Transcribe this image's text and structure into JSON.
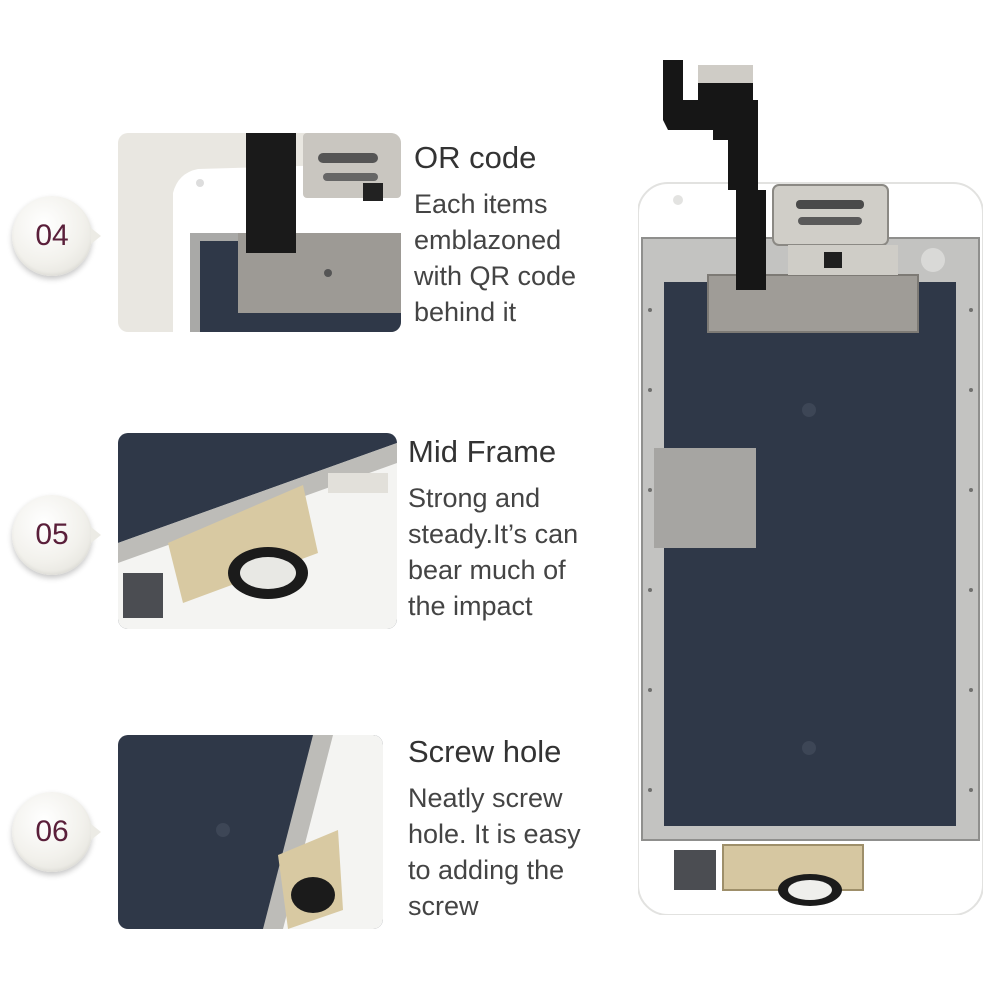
{
  "features": [
    {
      "number": "04",
      "title": "OR code",
      "lines": [
        "Each items",
        "emblazoned",
        "with QR code",
        "behind it"
      ]
    },
    {
      "number": "05",
      "title": "Mid Frame",
      "lines": [
        "Strong and",
        "steady.It’s can",
        "bear much of",
        "the impact"
      ]
    },
    {
      "number": "06",
      "title": "Screw hole",
      "lines": [
        "Neatly screw",
        "hole. It is easy",
        "to adding the",
        "screw"
      ]
    }
  ]
}
